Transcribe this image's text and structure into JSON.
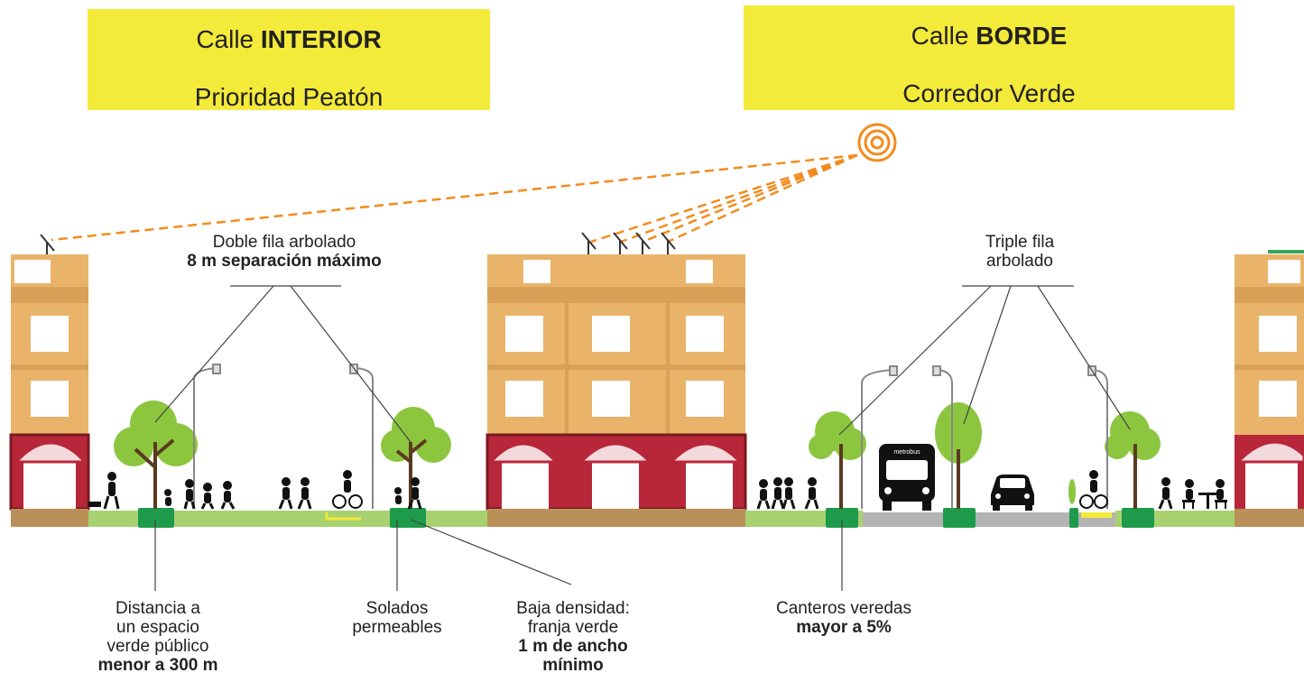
{
  "boxes": {
    "interior": {
      "prefix": "Calle",
      "emphasis": "INTERIOR",
      "subtitle": "Prioridad Peatón"
    },
    "borde": {
      "prefix": "Calle",
      "emphasis": "BORDE",
      "subtitle": "Corredor Verde"
    }
  },
  "labels": {
    "doble_fila": {
      "line1": "Doble fila arbolado",
      "line2": "8 m separación máximo"
    },
    "triple_fila": {
      "line1": "Triple fila",
      "line2": "arbolado"
    },
    "distancia": {
      "line1": "Distancia a",
      "line2": "un espacio",
      "line3": "verde público",
      "line4": "menor a 300 m"
    },
    "solados": {
      "line1": "Solados",
      "line2": "permeables"
    },
    "baja_densidad": {
      "line1": "Baja densidad:",
      "line2": "franja verde",
      "line3": "1 m de ancho",
      "line4": "mínimo"
    },
    "canteros": {
      "line1": "Canteros veredas",
      "line2": "mayor a 5%"
    }
  },
  "vehicles": {
    "bus_sign": "metrobus"
  },
  "colors": {
    "box_yellow": "#f4ea3a",
    "building": "#e9b46a",
    "building_dark": "#d9a058",
    "window": "#ffffff",
    "shop_red": "#b8263a",
    "shop_dark": "#7a1a20",
    "tree": "#8cc63f",
    "ground_green": "#a8d26f",
    "ground_brown": "#b99058",
    "planter": "#1e9a4b",
    "road": "#b3b3b3",
    "sun": "#f28c1e"
  }
}
